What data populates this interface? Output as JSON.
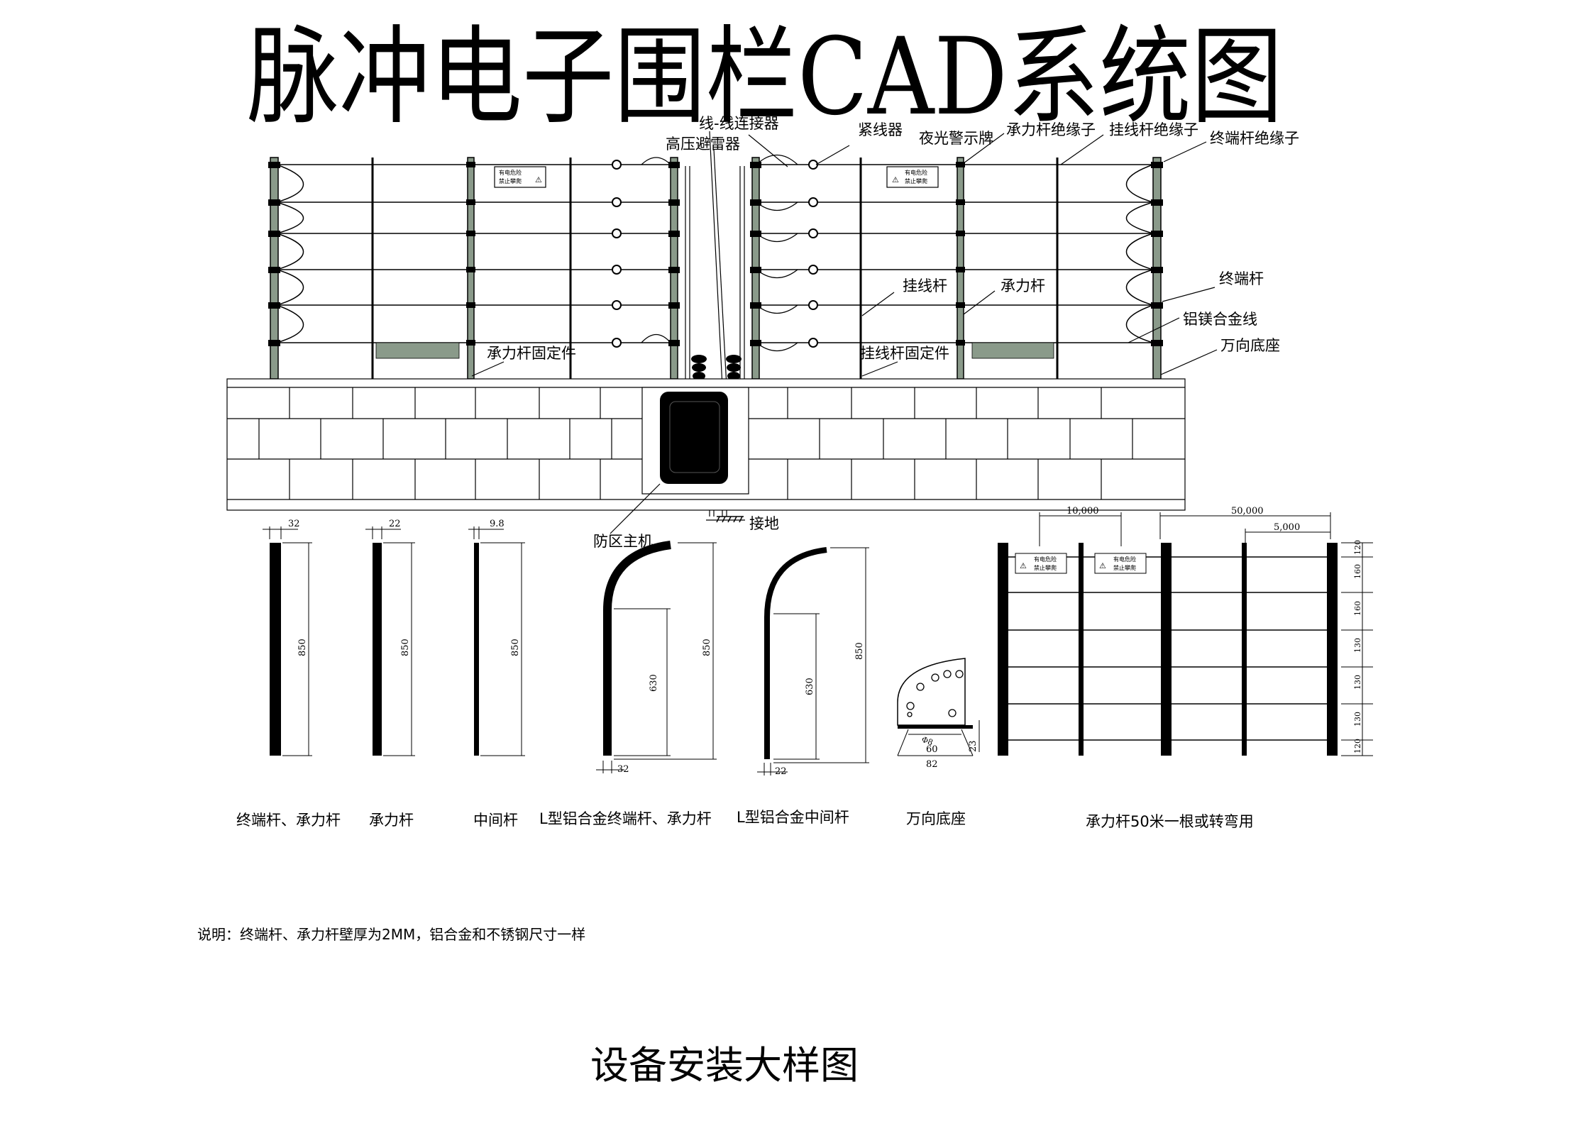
{
  "title": "脉冲电子围栏CAD系统图",
  "subtitle": "设备安装大样图",
  "note": "说明：终端杆、承力杆壁厚为2MM，铝合金和不锈钢尺寸一样",
  "warning_sign": {
    "line1": "有电危险",
    "line2": "禁止攀爬",
    "symbol": "⚠"
  },
  "labels": {
    "connector": "线-线连接器",
    "arrester": "高压避雷器",
    "tensioner": "紧线器",
    "sign": "夜光警示牌",
    "strain_insulator": "承力杆绝缘子",
    "hang_insulator": "挂线杆绝缘子",
    "end_insulator": "终端杆绝缘子",
    "end_post": "终端杆",
    "alloy_wire": "铝镁合金线",
    "base": "万向底座",
    "hang_post": "挂线杆",
    "strain_post": "承力杆",
    "strain_fixer": "承力杆固定件",
    "hang_fixer": "挂线杆固定件",
    "host": "防区主机",
    "ground": "接地"
  },
  "details": {
    "captions": [
      "终端杆、承力杆",
      "承力杆",
      "中间杆",
      "L型铝合金终端杆、承力杆",
      "L型铝合金中间杆",
      "万向底座",
      "承力杆50米一根或转弯用"
    ],
    "dims": {
      "w1": "32",
      "w2": "22",
      "w3": "9.8",
      "h850": "850",
      "h630": "630",
      "base_w60": "60",
      "base_w82": "82",
      "base_h23": "23",
      "base_small": "Φ8",
      "span10": "10,000",
      "span50": "50,000",
      "span5": "5,000",
      "spacing": [
        "120",
        "160",
        "160",
        "130",
        "130",
        "130",
        "120"
      ]
    }
  }
}
